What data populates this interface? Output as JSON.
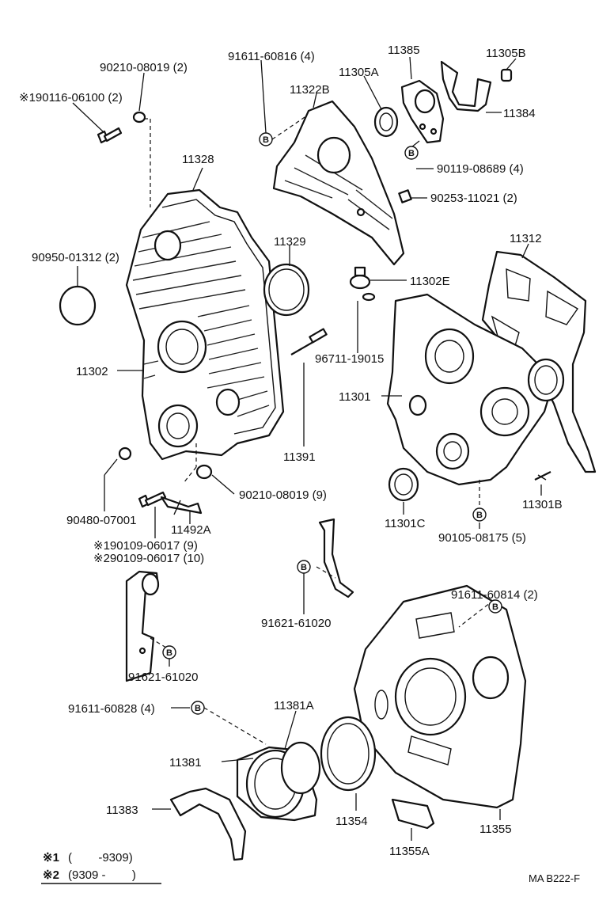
{
  "bolt_marker": "B",
  "labels": {
    "p90210_08019_2": "90210-08019 (2)",
    "p190116_06100": "※190116-06100 (2)",
    "p91611_60816": "91611-60816 (4)",
    "p11385": "11385",
    "p11305B": "11305B",
    "p11305A": "11305A",
    "p11322B": "11322B",
    "p11384": "11384",
    "p90119_08689": "90119-08689 (4)",
    "p11328": "11328",
    "p90253_11021": "90253-11021 (2)",
    "p11312": "11312",
    "p90950_01312": "90950-01312 (2)",
    "p11329": "11329",
    "p11302E": "11302E",
    "p96711_19015": "96711-19015",
    "p11302": "11302",
    "p11301": "11301",
    "p11391": "11391",
    "p90480_07001": "90480-07001",
    "p90210_08019_9": "90210-08019 (9)",
    "p11492A": "11492A",
    "p11301C": "11301C",
    "p11301B": "11301B",
    "p90105_08175": "90105-08175 (5)",
    "p190109_06017": "※190109-06017 (9)",
    "p290109_06017": "※290109-06017 (10)",
    "p91611_60814": "91611-60814 (2)",
    "p91621_61020_a": "91621-61020",
    "p91621_61020_b": "91621-61020",
    "p91611_60828": "91611-60828 (4)",
    "p11381A": "11381A",
    "p11381": "11381",
    "p11383": "11383",
    "p11354": "11354",
    "p11355": "11355",
    "p11355A": "11355A"
  },
  "legend": {
    "row1_mark": "※1",
    "row1_text": "(        -9309)",
    "row2_mark": "※2",
    "row2_text": "(9309 -        )"
  },
  "code": "MA B222-F"
}
